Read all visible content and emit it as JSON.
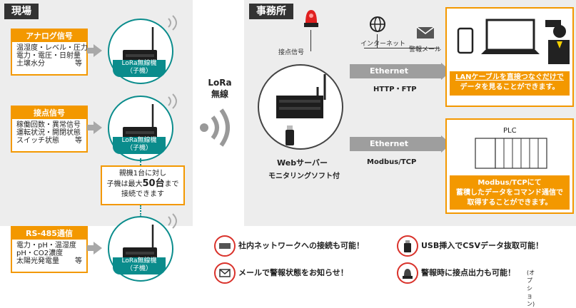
{
  "left": {
    "header": "現場",
    "boxes": [
      {
        "title": "アナログ信号",
        "lines": [
          "温湿度・レベル・圧力",
          "電力・電圧・日射量",
          "土壌水分"
        ],
        "suffix": "等"
      },
      {
        "title": "接点信号",
        "lines": [
          "稼働回数・異常信号",
          "運転状況・開閉状態",
          "スイッチ状態"
        ],
        "suffix": "等"
      },
      {
        "title": "RS-485通信",
        "lines": [
          "電力・pH・温湿度",
          "pH・CO2濃度",
          "太陽光発電量"
        ],
        "suffix": "等"
      }
    ],
    "device_label_1": "LoRa無線機",
    "device_label_2": "（子機）",
    "note_lines": [
      "親機1台に対し",
      "子機は最大",
      "50台",
      "まで",
      "接続できます"
    ]
  },
  "middle": {
    "lora_line1": "LoRa",
    "lora_line2": "無線"
  },
  "right": {
    "header": "事務所",
    "contact_signal": "接点信号",
    "internet": "インターネット",
    "alert_mail": "警報メール",
    "ethernet1": "Ethernet",
    "protocol1": "HTTP・FTP",
    "ethernet2": "Ethernet",
    "protocol2": "Modbus/TCP",
    "webserver1": "Webサーバー",
    "webserver2": "モニタリングソフト付",
    "lan_note_1": "LANケーブルを直接つなぐだけで",
    "lan_note_2": "データを見ることができます。",
    "plc_label": "PLC",
    "plc_note_1": "Modbus/TCPにて",
    "plc_note_2": "蓄積したデータをコマンド通信で",
    "plc_note_3": "取得することができます。"
  },
  "features": [
    {
      "icon": "network-hub-icon",
      "text": "社内ネットワークへの接続も可能！"
    },
    {
      "icon": "mail-icon",
      "text": "メールで警報状態をお知らせ！"
    },
    {
      "icon": "usb-icon",
      "text": "USB挿入でCSVデータ抜取可能！"
    },
    {
      "icon": "alarm-lamp-icon",
      "text": "警報時に接点出力も可能！",
      "note": "(オプション)"
    }
  ],
  "colors": {
    "orange": "#f39800",
    "teal": "#0a8c8c",
    "red": "#d9322b",
    "dark": "#333333",
    "grey": "#9e9e9e"
  }
}
